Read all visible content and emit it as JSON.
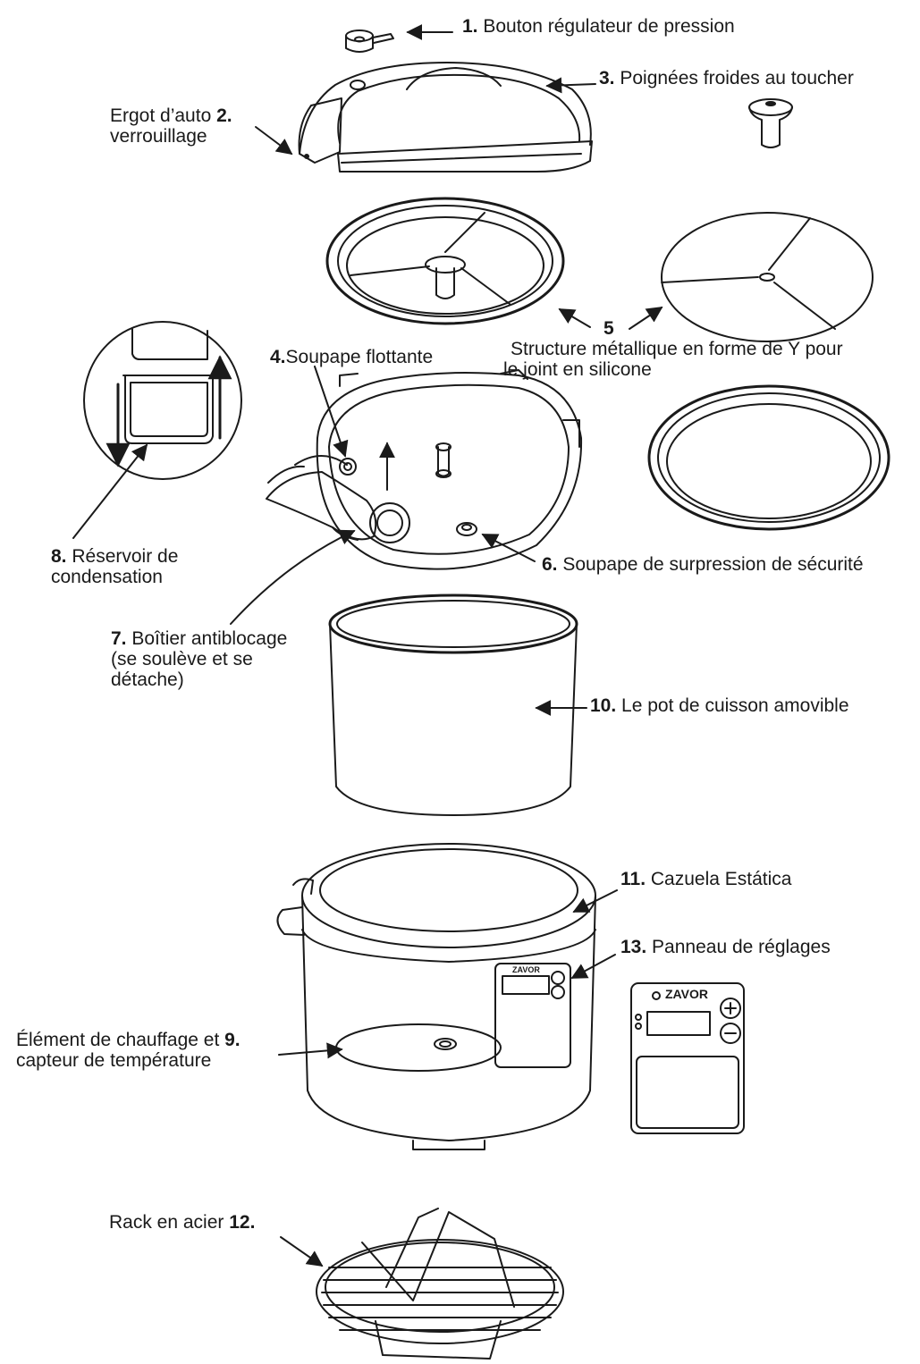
{
  "labels": {
    "l1": {
      "num": "1.",
      "text": " Bouton régulateur de pression"
    },
    "l2": {
      "pre": "Ergot d’auto ",
      "num": "2.",
      "line2": "verrouillage"
    },
    "l3": {
      "num": "3.",
      "text": " Poignées froides au toucher"
    },
    "l4": {
      "num": "4.",
      "text": "Soupape flottante"
    },
    "l5": {
      "num": "5",
      "line1": "Structure métallique en forme de Y pour",
      "line2": "le joint en silicone"
    },
    "l6": {
      "num": "6.",
      "text": " Soupape de surpression de sécurité"
    },
    "l7": {
      "num": "7.",
      "text": " Boîtier antiblocage",
      "line2": "(se soulève et se",
      "line3": "détache)"
    },
    "l8": {
      "num": "8.",
      "text": " Réservoir de",
      "line2": "condensation"
    },
    "l9": {
      "pre": "Élément de chauffage et ",
      "num": "9.",
      "line2": "capteur de température"
    },
    "l10": {
      "num": "10.",
      "text": " Le pot de cuisson amovible"
    },
    "l11": {
      "num": "11.",
      "text": " Cazuela Estática"
    },
    "l12": {
      "pre": "Rack en acier ",
      "num": "12."
    },
    "l13": {
      "num": "13.",
      "text": " Panneau de réglages"
    }
  },
  "panel_brand": "ZAVOR",
  "colors": {
    "ink": "#1a1a1a",
    "paper": "#ffffff"
  }
}
